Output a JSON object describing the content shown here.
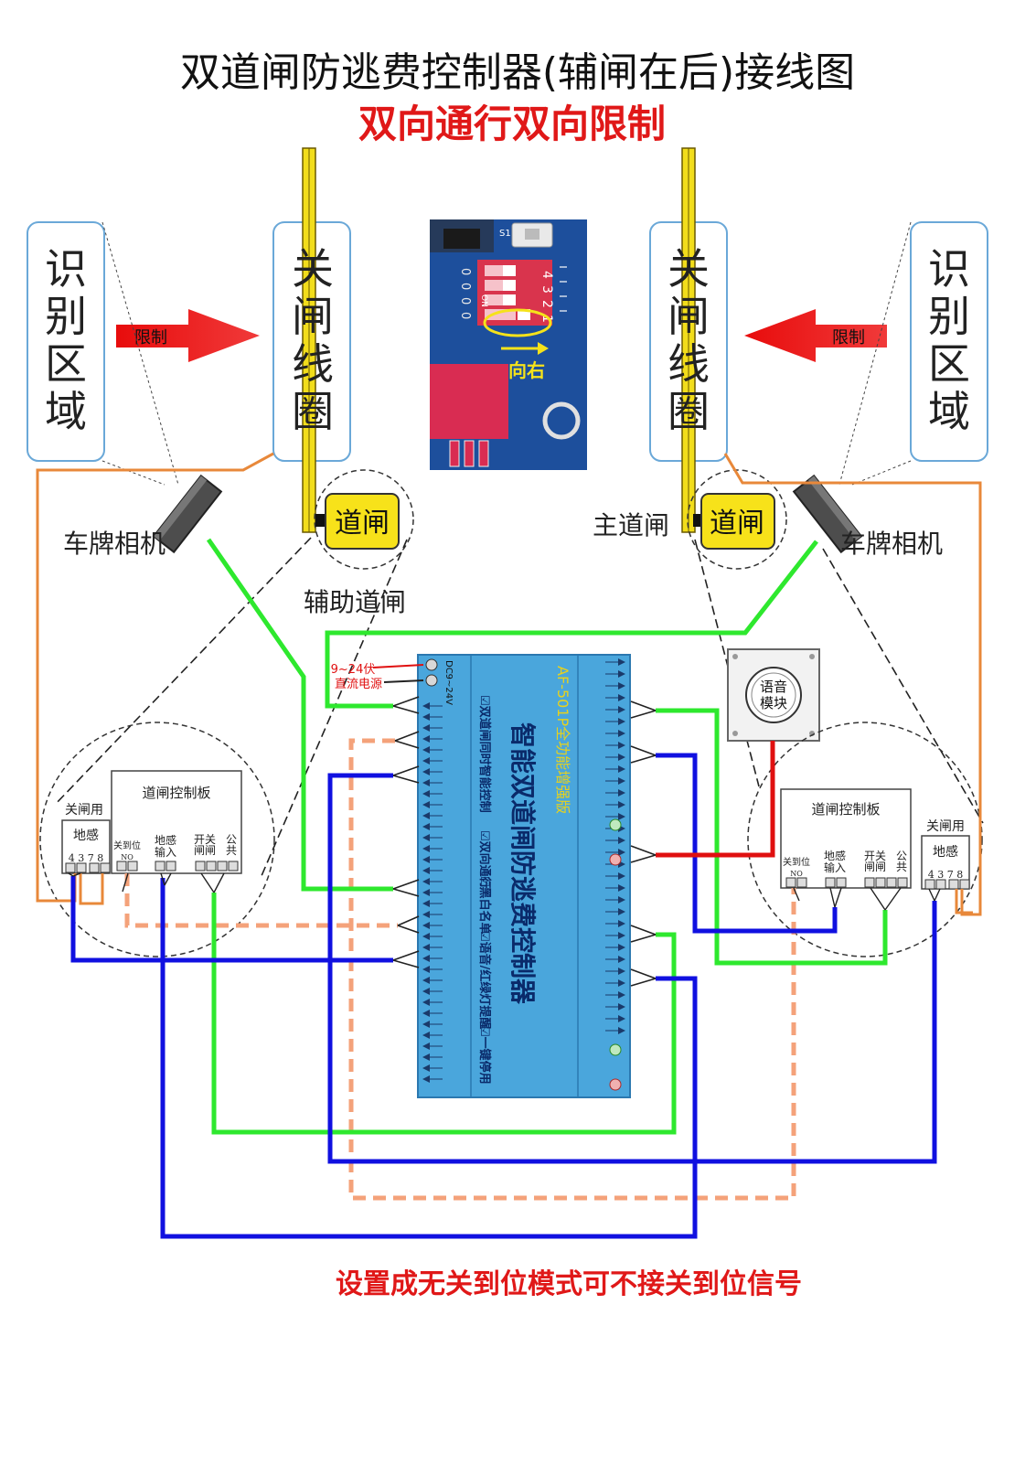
{
  "title": "双道闸防逃费控制器(辅闸在后)接线图",
  "subtitle": "双向通行双向限制",
  "footer_note": "设置成无关到位模式可不接关到位信号",
  "left": {
    "zone": [
      "识",
      "别",
      "区",
      "域"
    ],
    "coil": [
      "关",
      "闸",
      "线",
      "圈"
    ],
    "arrow_label": "限制",
    "camera_label": "车牌相机",
    "gate_label": "道闸",
    "gate_caption": "辅助道闸"
  },
  "right": {
    "zone": [
      "识",
      "别",
      "区",
      "域"
    ],
    "coil": [
      "关",
      "闸",
      "线",
      "圈"
    ],
    "arrow_label": "限制",
    "camera_label": "车牌相机",
    "gate_label": "道闸",
    "gate_caption": "主道闸"
  },
  "dip": {
    "nums": [
      "4",
      "3",
      "2",
      "1"
    ],
    "side_zeros": [
      "0",
      "0",
      "0",
      "0"
    ],
    "on_text": "ON",
    "right_label": "向右",
    "s1": "S1"
  },
  "power": {
    "line1": "9~24伏",
    "line2": "直流电源"
  },
  "controller": {
    "model": "AF-501P全功能增强版",
    "name": "智能双道闸防逃费控制器",
    "features": [
      "☑双道闸同时智能控制",
      "☑双向通行",
      "☑黑白名单",
      "☑语音/红绿灯提醒",
      "☑一键停用"
    ],
    "power_label": "DC9~24V"
  },
  "voice_module": {
    "line1": "语音",
    "line2": "模块"
  },
  "left_board": {
    "title": "道闸控制板",
    "close_pos": "关到位",
    "no": "NO",
    "loop_in": [
      "地感",
      "输入"
    ],
    "switch": [
      "开关",
      "闸闸"
    ],
    "common": [
      "公",
      "共"
    ]
  },
  "right_board": {
    "title": "道闸控制板",
    "close_pos": "关到位",
    "no": "NO",
    "loop_in": [
      "地感",
      "输入"
    ],
    "switch": [
      "开关",
      "闸闸"
    ],
    "common": [
      "公",
      "共"
    ]
  },
  "left_loop": {
    "title": "关闸用",
    "name": "地感",
    "pins": "4 3  7 8"
  },
  "right_loop": {
    "title": "关闸用",
    "name": "地感",
    "pins": "4 3  7 8"
  },
  "colors": {
    "green": "#2ee82e",
    "blue": "#1010e0",
    "orange": "#e8883a",
    "dash": "#f4a27a",
    "red": "#e01010",
    "controller": "#4aa6dc",
    "yellow": "#f7e21a"
  }
}
